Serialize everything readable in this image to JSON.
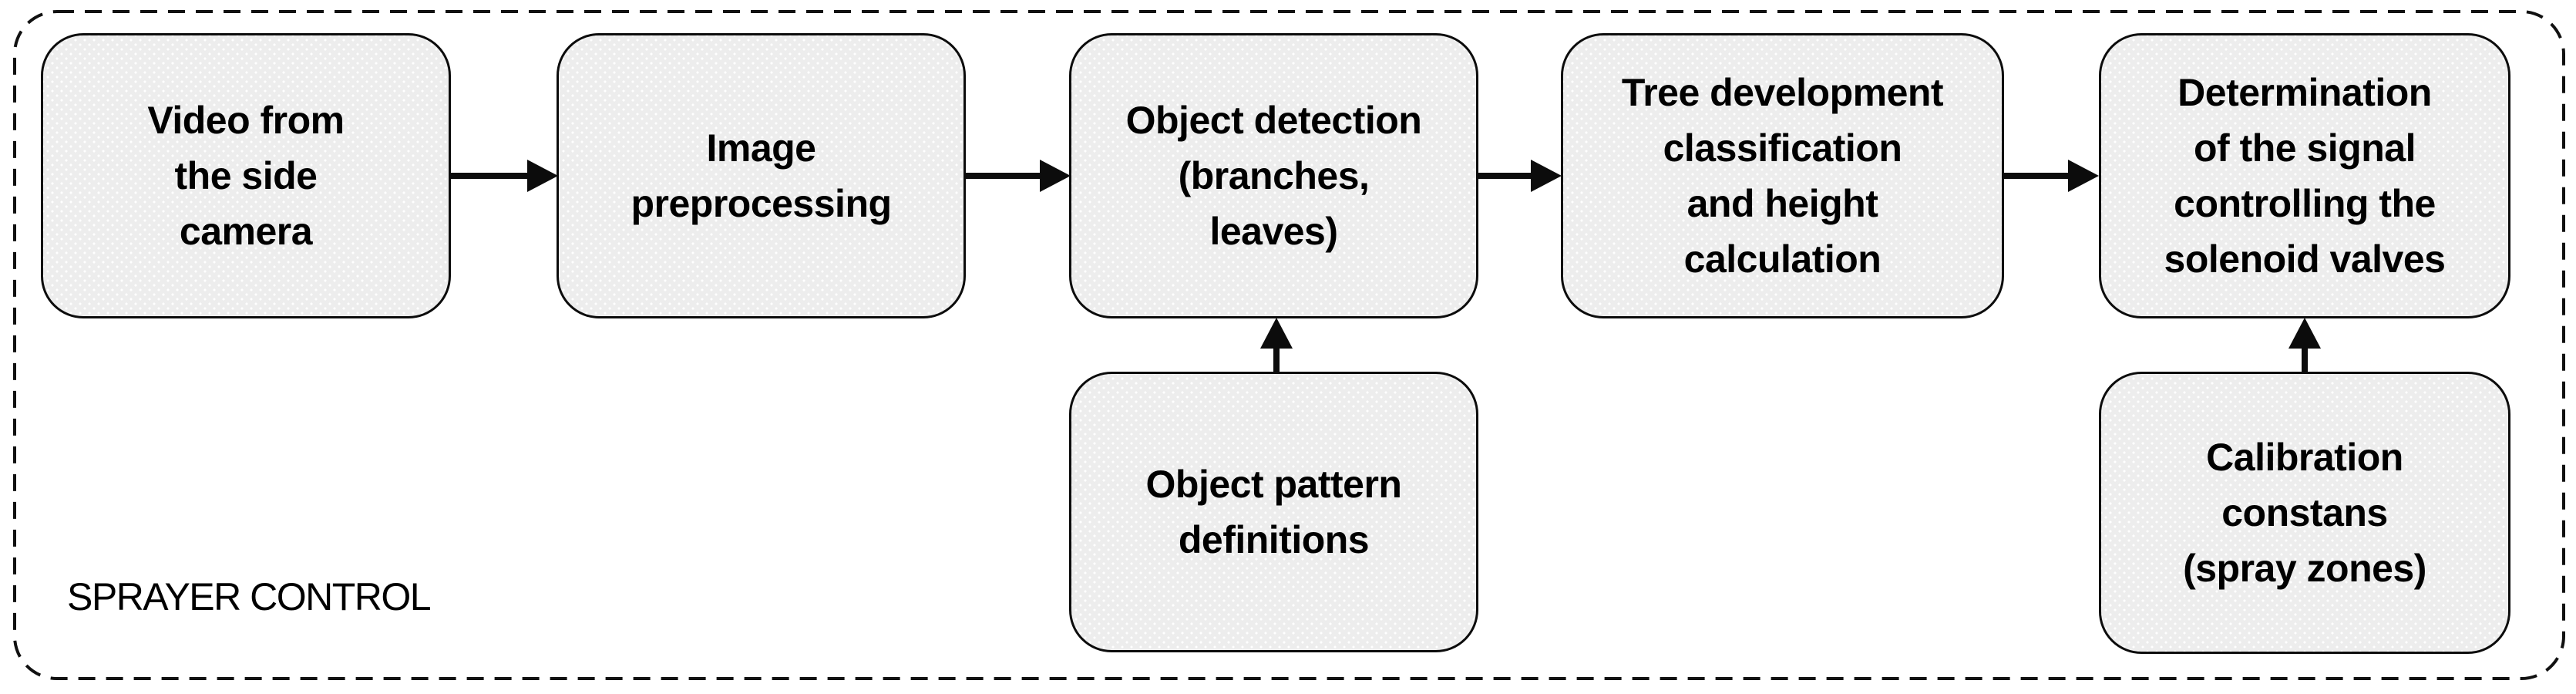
{
  "diagram": {
    "title": "SPRAYER CONTROL",
    "type": "flowchart",
    "boxes": [
      {
        "id": "video-side-camera",
        "label": "Video from\nthe side\ncamera"
      },
      {
        "id": "image-preprocessing",
        "label": "Image\npreprocessing"
      },
      {
        "id": "object-detection",
        "label": "Object detection\n(branches,\nleaves)"
      },
      {
        "id": "tree-development-classification",
        "label": "Tree development\nclassification\nand height\ncalculation"
      },
      {
        "id": "signal-determination",
        "label": "Determination\nof the signal\ncontrolling the\nsolenoid valves"
      },
      {
        "id": "object-pattern-definitions",
        "label": "Object pattern\ndefinitions"
      },
      {
        "id": "calibration-constants",
        "label": "Calibration\nconstans\n(spray zones)"
      }
    ],
    "connections": [
      {
        "from": "video-side-camera",
        "to": "image-preprocessing",
        "direction": "right"
      },
      {
        "from": "image-preprocessing",
        "to": "object-detection",
        "direction": "right"
      },
      {
        "from": "object-detection",
        "to": "tree-development-classification",
        "direction": "right"
      },
      {
        "from": "tree-development-classification",
        "to": "signal-determination",
        "direction": "right"
      },
      {
        "from": "object-pattern-definitions",
        "to": "object-detection",
        "direction": "up"
      },
      {
        "from": "calibration-constants",
        "to": "signal-determination",
        "direction": "up"
      }
    ],
    "colors": {
      "background": "#ffffff",
      "box_fill": "#ededed",
      "box_dot_texture": "#ffffff",
      "box_border": "#0c0c0c",
      "arrow": "#0c0c0c",
      "boundary_dash": "#111111",
      "text": "#000000"
    }
  }
}
